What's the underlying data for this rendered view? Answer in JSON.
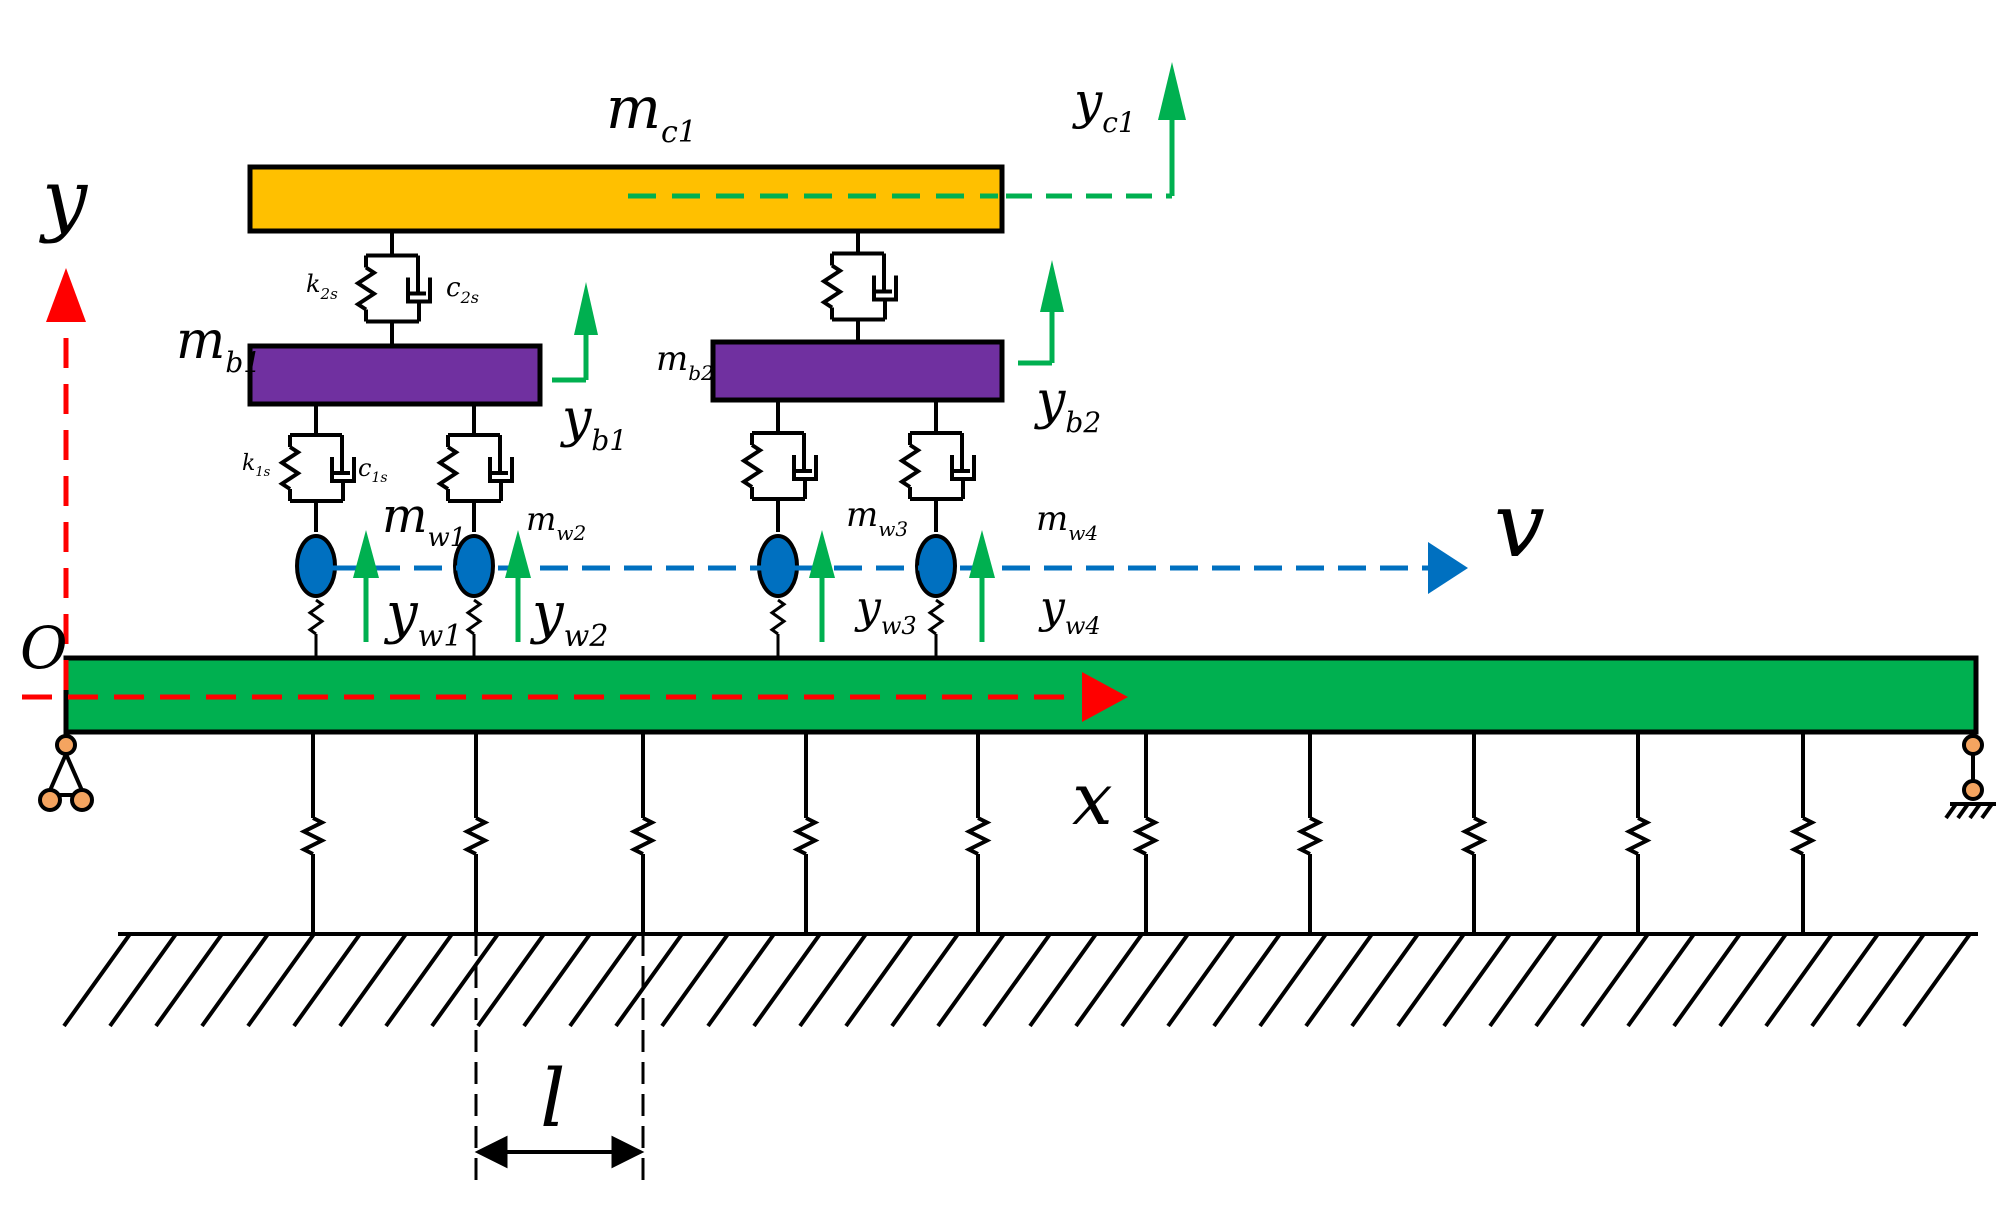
{
  "colors": {
    "car_body": "#FFC000",
    "bogie": "#7030A0",
    "wheel": "#0070C0",
    "beam": "#00B050",
    "displacement_arrow": "#00B050",
    "velocity_arrow": "#0070C0",
    "axis_arrow": "#FF0000",
    "support": "#F4A460"
  },
  "labels": {
    "car_mass": {
      "base": "m",
      "sub": "c1"
    },
    "car_disp": {
      "base": "y",
      "sub": "c1"
    },
    "axis_y": "y",
    "axis_x": "x",
    "origin": "O",
    "velocity": "v",
    "sec_stiff": {
      "base": "k",
      "sub": "2s"
    },
    "sec_damp": {
      "base": "c",
      "sub": "2s"
    },
    "bogie1_mass": {
      "base": "m",
      "sub": "b1"
    },
    "bogie2_mass": {
      "base": "m",
      "sub": "b2"
    },
    "bogie1_disp": {
      "base": "y",
      "sub": "b1"
    },
    "bogie2_disp": {
      "base": "y",
      "sub": "b2"
    },
    "prim_stiff": {
      "base": "k",
      "sub": "1s"
    },
    "prim_damp": {
      "base": "c",
      "sub": "1s"
    },
    "wheel1_mass": {
      "base": "m",
      "sub": "w1"
    },
    "wheel2_mass": {
      "base": "m",
      "sub": "w2"
    },
    "wheel3_mass": {
      "base": "m",
      "sub": "w3"
    },
    "wheel4_mass": {
      "base": "m",
      "sub": "w4"
    },
    "wheel1_disp": {
      "base": "y",
      "sub": "w1"
    },
    "wheel2_disp": {
      "base": "y",
      "sub": "w2"
    },
    "wheel3_disp": {
      "base": "y",
      "sub": "w3"
    },
    "wheel4_disp": {
      "base": "y",
      "sub": "w4"
    },
    "spacing": "l"
  }
}
